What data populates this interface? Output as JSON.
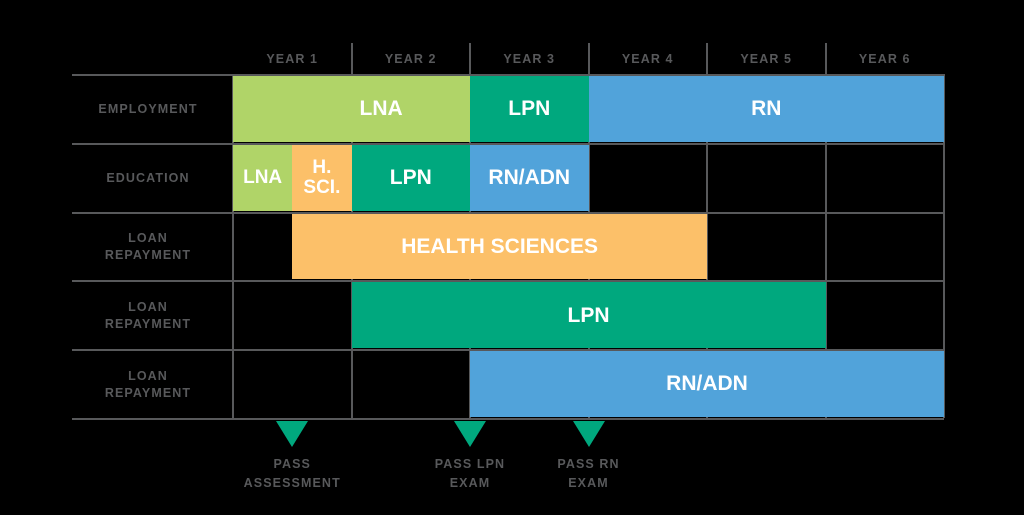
{
  "chart_data": {
    "type": "table",
    "title": "",
    "xlabel": "",
    "ylabel": "",
    "axis": {
      "columns": [
        "YEAR 1",
        "YEAR 2",
        "YEAR 3",
        "YEAR 4",
        "YEAR 5",
        "YEAR 6"
      ],
      "range_years": [
        0,
        6
      ],
      "grid": true,
      "legend": "none"
    },
    "rows": [
      {
        "label": "EMPLOYMENT",
        "bars": [
          {
            "text": "",
            "start_year": 0.0,
            "end_year": 0.5,
            "color": "#b0d468"
          },
          {
            "text": "LNA",
            "start_year": 0.5,
            "end_year": 2.0,
            "color": "#b0d468"
          },
          {
            "text": "LPN",
            "start_year": 2.0,
            "end_year": 3.0,
            "color": "#00a87e"
          },
          {
            "text": "RN",
            "start_year": 3.0,
            "end_year": 6.0,
            "color": "#51a3da"
          }
        ]
      },
      {
        "label": "EDUCATION",
        "bars": [
          {
            "text": "LNA",
            "start_year": 0.0,
            "end_year": 0.5,
            "color": "#b0d468"
          },
          {
            "text": "H.\nSCI.",
            "start_year": 0.5,
            "end_year": 1.0,
            "color": "#fcc069"
          },
          {
            "text": "LPN",
            "start_year": 1.0,
            "end_year": 2.0,
            "color": "#00a87e"
          },
          {
            "text": "RN/ADN",
            "start_year": 2.0,
            "end_year": 3.0,
            "color": "#51a3da"
          }
        ]
      },
      {
        "label": "LOAN\nREPAYMENT",
        "bars": [
          {
            "text": "HEALTH SCIENCES",
            "start_year": 0.5,
            "end_year": 4.0,
            "color": "#fcc069"
          }
        ]
      },
      {
        "label": "LOAN\nREPAYMENT",
        "bars": [
          {
            "text": "LPN",
            "start_year": 1.0,
            "end_year": 5.0,
            "color": "#00a87e"
          }
        ]
      },
      {
        "label": "LOAN\nREPAYMENT",
        "bars": [
          {
            "text": "RN/ADN",
            "start_year": 2.0,
            "end_year": 6.0,
            "color": "#51a3da"
          }
        ]
      }
    ],
    "markers": [
      {
        "text": "PASS\nASSESSMENT",
        "year": 0.5,
        "color": "#00a87e"
      },
      {
        "text": "PASS LPN\nEXAM",
        "year": 2.0,
        "color": "#00a87e"
      },
      {
        "text": "PASS RN\nEXAM",
        "year": 3.0,
        "color": "#00a87e"
      }
    ],
    "colors": {
      "green": "#b0d468",
      "teal": "#00a87e",
      "blue": "#51a3da",
      "orange": "#fcc069",
      "rule": "#58595b",
      "text_on_bar": "#ffffff",
      "background": "#000000"
    }
  }
}
